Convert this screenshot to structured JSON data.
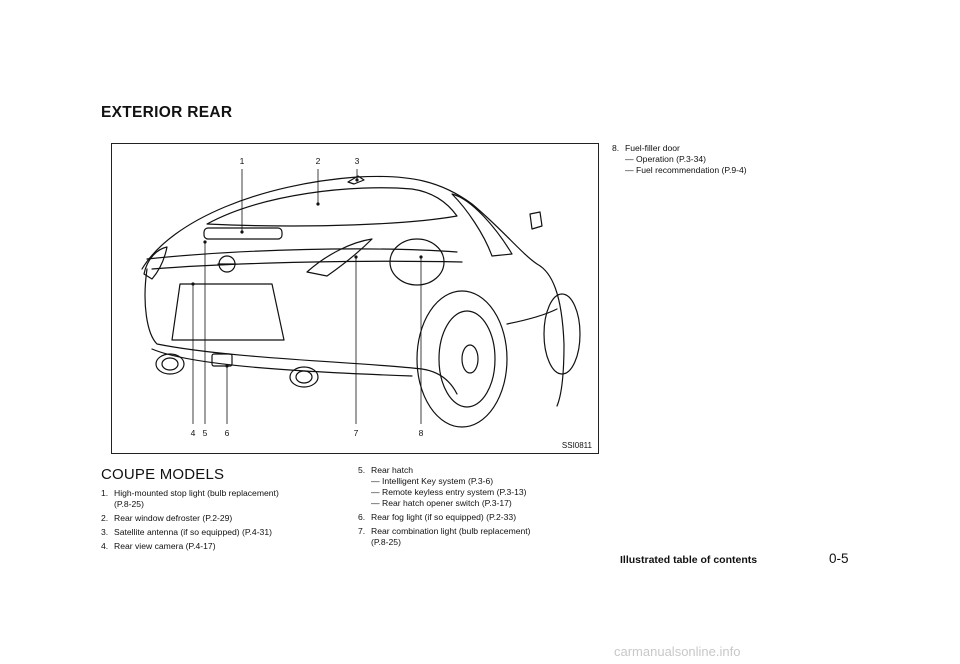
{
  "section_title": "EXTERIOR REAR",
  "figure": {
    "code": "SSI0811",
    "callouts": [
      "1",
      "2",
      "3",
      "4",
      "5",
      "6",
      "7",
      "8"
    ]
  },
  "subtitle": "COUPE MODELS",
  "items": [
    {
      "num": "1.",
      "lines": [
        "High-mounted stop light (bulb replacement)",
        "(P.8-25)"
      ]
    },
    {
      "num": "2.",
      "lines": [
        "Rear window defroster (P.2-29)"
      ]
    },
    {
      "num": "3.",
      "lines": [
        "Satellite antenna (if so equipped) (P.4-31)"
      ]
    },
    {
      "num": "4.",
      "lines": [
        "Rear view camera (P.4-17)"
      ]
    },
    {
      "num": "5.",
      "lines": [
        "Rear hatch",
        "— Intelligent Key system (P.3-6)",
        "— Remote keyless entry system (P.3-13)",
        "— Rear hatch opener switch (P.3-17)"
      ]
    },
    {
      "num": "6.",
      "lines": [
        "Rear fog light (if so equipped) (P.2-33)"
      ]
    },
    {
      "num": "7.",
      "lines": [
        "Rear combination light (bulb replacement)",
        "(P.8-25)"
      ]
    },
    {
      "num": "8.",
      "lines": [
        "Fuel-filler door",
        "— Operation (P.3-34)",
        "— Fuel recommendation (P.9-4)"
      ]
    }
  ],
  "footer": {
    "label": "Illustrated table of contents",
    "page": "0-5"
  },
  "watermark": "carmanualsonline.info"
}
